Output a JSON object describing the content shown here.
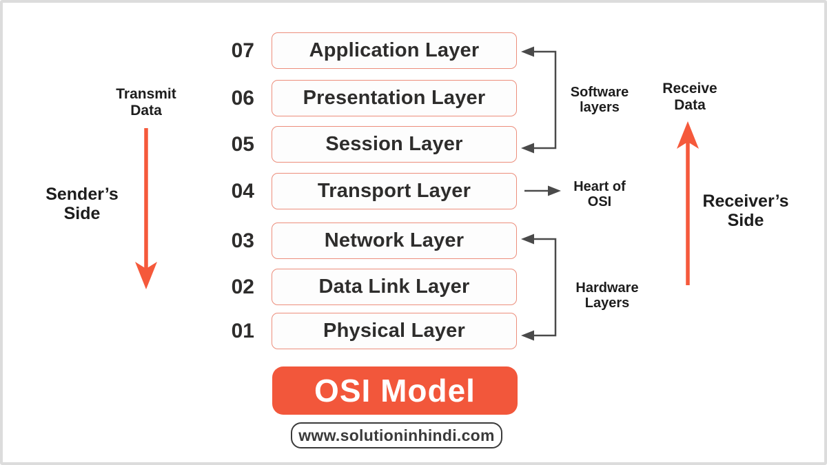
{
  "diagram": {
    "title": "OSI Model",
    "website": "www.solutioninhindi.com",
    "layers": [
      {
        "num": "07",
        "name": "Application Layer"
      },
      {
        "num": "06",
        "name": "Presentation Layer"
      },
      {
        "num": "05",
        "name": "Session Layer"
      },
      {
        "num": "04",
        "name": "Transport Layer"
      },
      {
        "num": "03",
        "name": "Network Layer"
      },
      {
        "num": "02",
        "name": "Data Link Layer"
      },
      {
        "num": "01",
        "name": "Physical Layer"
      }
    ],
    "left_side": {
      "transmit_label": "Transmit\nData",
      "sender_label": "Sender’s\nSide"
    },
    "right_side": {
      "receive_label": "Receive\nData",
      "receiver_label": "Receiver’s\nSide"
    },
    "annotations": {
      "software": "Software\nlayers",
      "heart": "Heart of\nOSI",
      "hardware": "Hardware\nLayers"
    },
    "colors": {
      "accent_orange": "#f2573b",
      "box_border": "#ec8d7b",
      "bracket_gray": "#4a4a4a",
      "text_dark": "#2e2d2c",
      "frame_border": "#dcdcdc"
    },
    "icons": {
      "transmit_arrow": "down-arrow-icon",
      "receive_arrow": "up-arrow-icon",
      "software_bracket": "bracket-left-arrows-icon",
      "hardware_bracket": "bracket-left-arrows-icon",
      "heart_arrow": "right-arrow-icon"
    }
  }
}
